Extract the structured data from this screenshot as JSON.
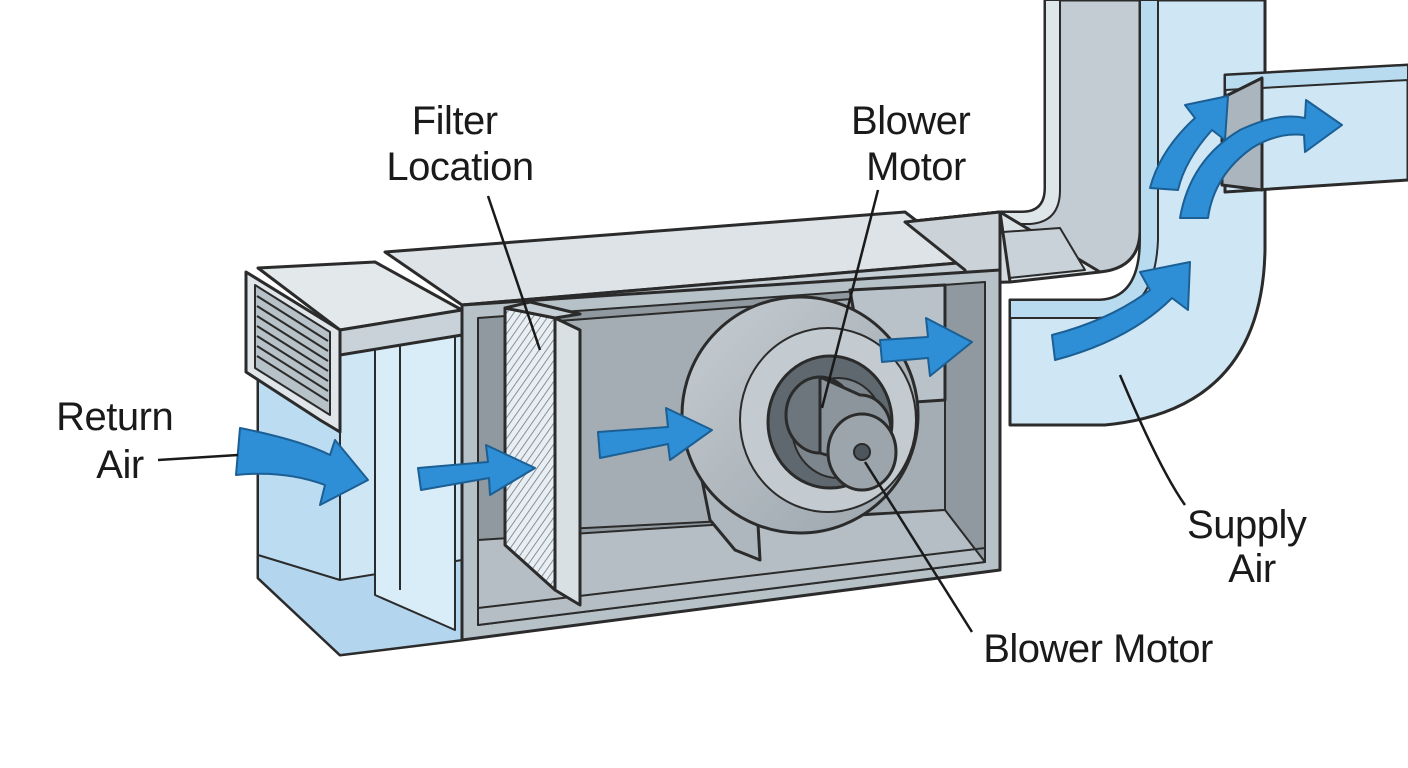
{
  "labels": {
    "return_air": [
      "Return",
      "Air"
    ],
    "filter_location": [
      "Filter",
      "Location"
    ],
    "blower_motor_top": [
      "Blower",
      "Motor"
    ],
    "blower_motor_bottom": "Blower Motor",
    "supply_air": [
      "Supply",
      "Air"
    ]
  },
  "colors": {
    "duct_light_blue": "#cfe6f5",
    "duct_edge_blue": "#a9cfe8",
    "cabinet_gray": "#c9d2d8",
    "interior_gray": "#8f999f",
    "blower_gray": "#b9c2c8",
    "arrow_blue": "#2f8fd6",
    "outline": "#2b2b2b"
  },
  "icons": {
    "airflow": "airflow-arrow-icon",
    "grille": "return-grille-icon",
    "filter": "filter-panel-icon",
    "blower": "blower-wheel-icon"
  }
}
